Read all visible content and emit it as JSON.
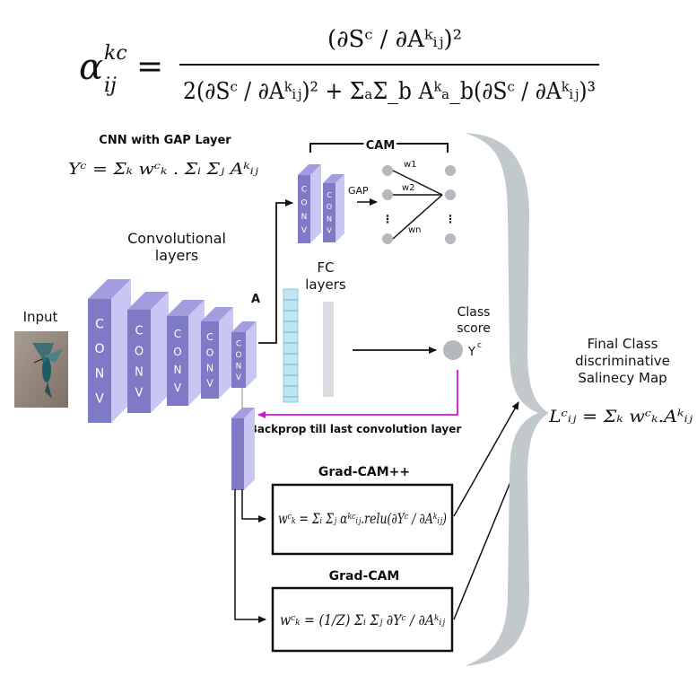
{
  "top_formula": {
    "lhs": "α",
    "lhs_sup": "kc",
    "lhs_sub": "ij",
    "equals": "=",
    "numerator": "(∂Sᶜ / ∂Aᵏᵢⱼ)²",
    "denominator": "2(∂Sᶜ / ∂Aᵏᵢⱼ)² + ΣₐΣ_b Aᵏₐ_b(∂Sᶜ / ∂Aᵏᵢⱼ)³"
  },
  "cnn_gap": {
    "title": "CNN with GAP Layer",
    "formula": "Yᶜ = Σₖ wᶜₖ . Σᵢ Σⱼ Aᵏᵢⱼ"
  },
  "conv_layers_label": [
    "Convolutional",
    "layers"
  ],
  "conv_block_letters": [
    "C",
    "O",
    "N",
    "V"
  ],
  "input_label": "Input",
  "a_label": "A",
  "cam": {
    "title": "CAM",
    "gap_label": "GAP",
    "conv_letters": [
      "C",
      "O",
      "N",
      "V"
    ],
    "weights": [
      "w1",
      "w2",
      "wn"
    ]
  },
  "fc_label": [
    "FC",
    "layers"
  ],
  "class_score": {
    "label": [
      "Class",
      "score"
    ],
    "y_symbol": "Y",
    "y_sup": "c"
  },
  "backprop_label": "Backprop till last convolution layer",
  "gradcampp": {
    "title": "Grad-CAM++",
    "formula": "wᶜₖ = Σᵢ Σⱼ αᵏᶜᵢⱼ.relu(∂Yᶜ / ∂Aᵏᵢⱼ)"
  },
  "gradcam": {
    "title": "Grad-CAM",
    "formula": "wᶜₖ = (1/Z) Σᵢ Σⱼ ∂Yᶜ / ∂Aᵏᵢⱼ"
  },
  "final_map": {
    "label": [
      "Final Class",
      "discriminative",
      "Salinecy Map"
    ],
    "formula": "Lᶜᵢⱼ = Σₖ wᶜₖ.Aᵏᵢⱼ"
  },
  "colors": {
    "block_face": "#c9c6f4",
    "block_side": "#7f7ac6",
    "block_top": "#a19ddf",
    "block_letter": "#ffffff",
    "brace": "#c2c9cd",
    "magenta": "#d01ad0",
    "fc_cyan": "#bfe6f0",
    "fc_gray": "#d9dde3",
    "node": "#b5b9bf",
    "text": "#111111"
  }
}
